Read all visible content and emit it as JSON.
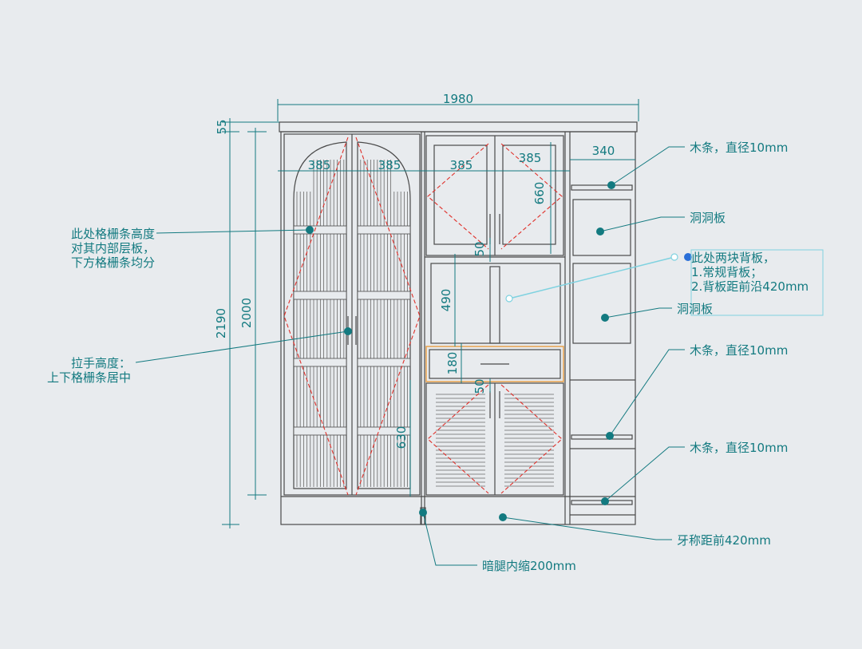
{
  "dimensions": {
    "overall_width": "1980",
    "top_cap": "55",
    "total_height": "2190",
    "body_height": "2000",
    "door_left_1": "385",
    "door_left_2": "385",
    "door_mid_1": "385",
    "door_mid_2": "385",
    "right_col_width": "340",
    "upper_door_height": "660",
    "gap_upper": "50",
    "open_height": "490",
    "drawer_height": "180",
    "gap_lower": "50",
    "lower_door_height": "630"
  },
  "annotations": {
    "grille_line1": "此处格栅条高度",
    "grille_line2": "对其内部层板，",
    "grille_line3": "下方格栅条均分",
    "handle_line1": "拉手高度：",
    "handle_line2": "上下格栅条居中",
    "wood_strip_1": "木条，直径10mm",
    "pegboard_1": "洞洞板",
    "back_line1": "此处两块背板，",
    "back_line2": "1.常规背板；",
    "back_line3": "2.背板距前沿420mm",
    "pegboard_2": "洞洞板",
    "wood_strip_2": "木条，直径10mm",
    "wood_strip_3": "木条，直径10mm",
    "toe_kick": "牙称距前420mm",
    "hidden_leg": "暗腿内缩200mm"
  },
  "colors": {
    "annotation": "#137a80",
    "frame": "#4a4a4a",
    "diagonal": "#e0302a",
    "drawer_highlight": "#e7a24d",
    "back_note_box": "#7fd2e0",
    "back_note_marker": "#2a6fd8",
    "background": "#e8ebee"
  }
}
